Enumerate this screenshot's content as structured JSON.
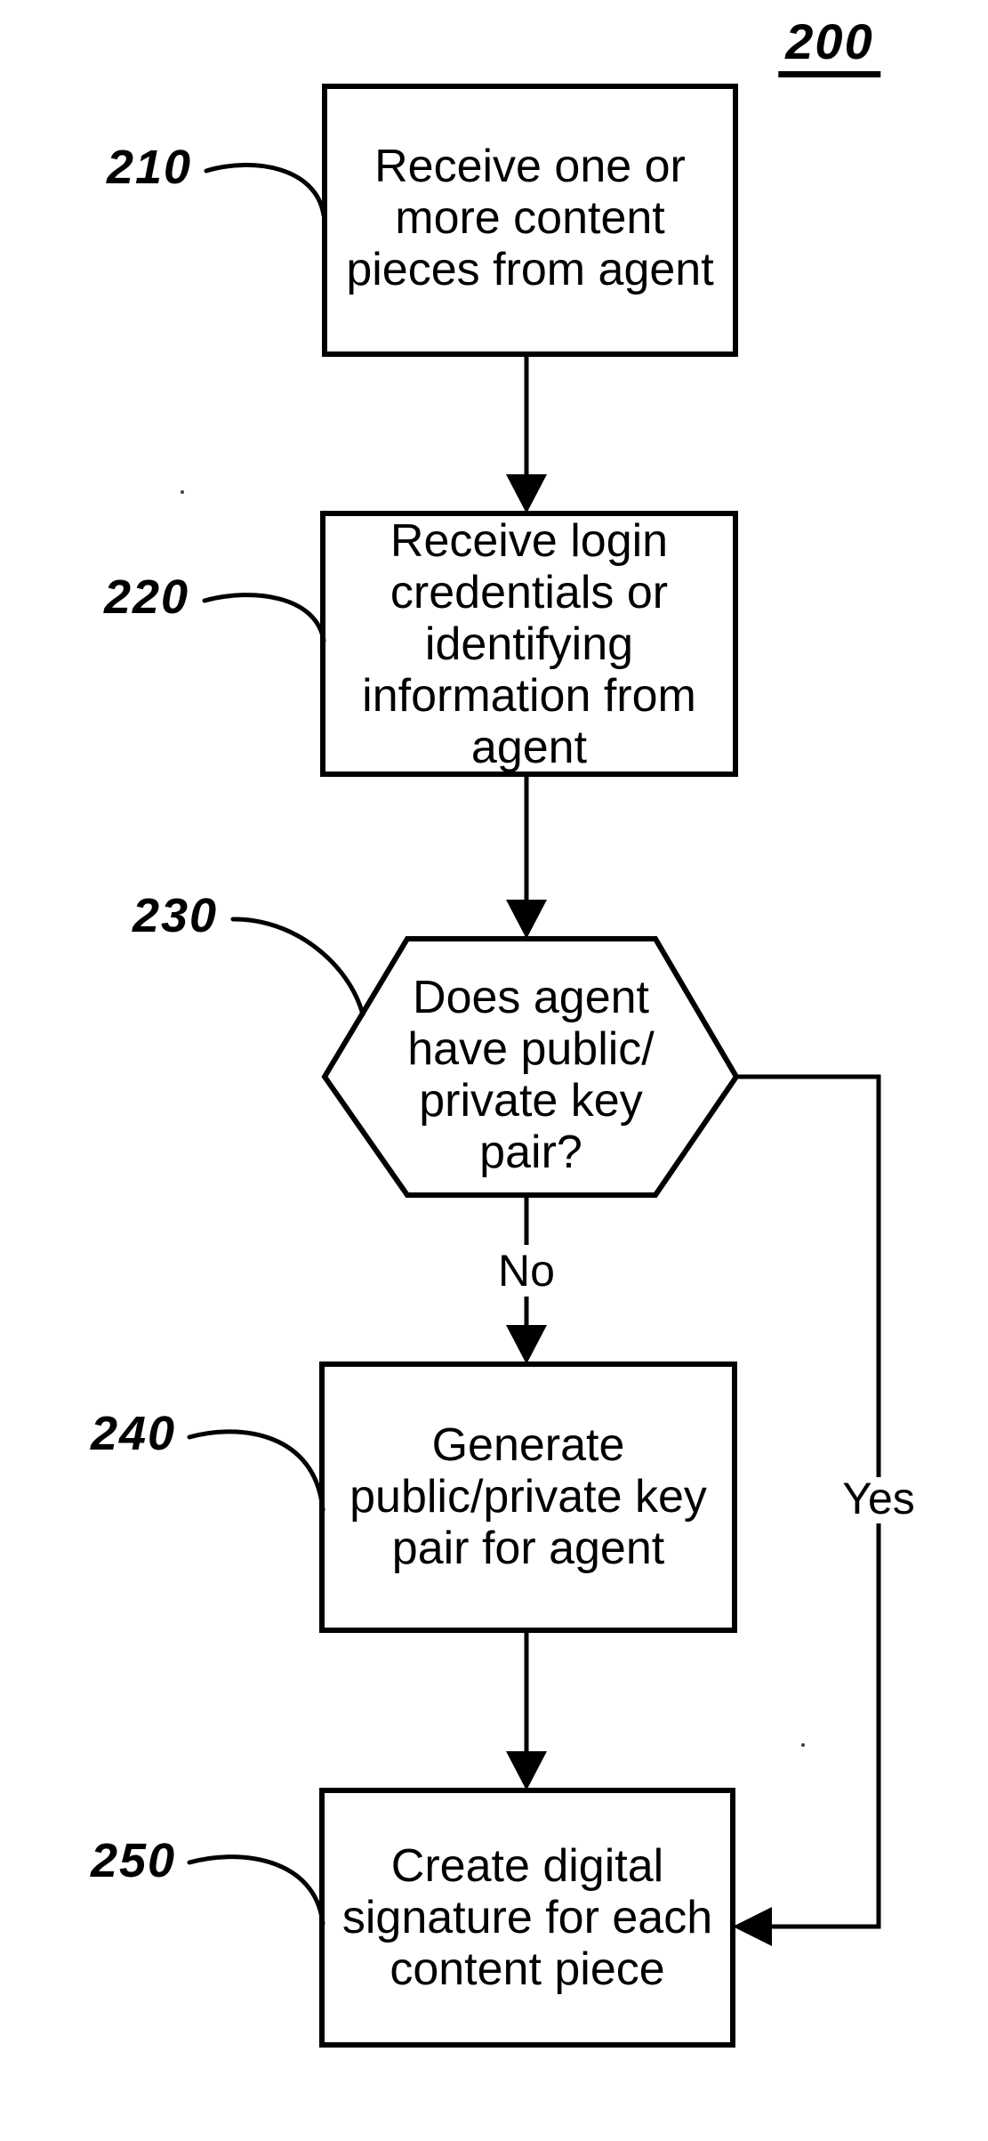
{
  "figure_ref": "200",
  "diagram_type": "flowchart",
  "nodes": {
    "n210": {
      "ref": "210",
      "shape": "rectangle",
      "text": "Receive one or\nmore content\npieces from agent"
    },
    "n220": {
      "ref": "220",
      "shape": "rectangle",
      "text": "Receive login\ncredentials or\nidentifying\ninformation from\nagent"
    },
    "n230": {
      "ref": "230",
      "shape": "hexagon-decision",
      "text": "Does agent\nhave public/\nprivate key\npair?"
    },
    "n240": {
      "ref": "240",
      "shape": "rectangle",
      "text": "Generate\npublic/private key\npair for agent"
    },
    "n250": {
      "ref": "250",
      "shape": "rectangle",
      "text": "Create digital\nsignature for each\ncontent piece"
    }
  },
  "edges": [
    {
      "from": "210",
      "to": "220",
      "label": ""
    },
    {
      "from": "220",
      "to": "230",
      "label": ""
    },
    {
      "from": "230",
      "to": "240",
      "label": "No"
    },
    {
      "from": "230",
      "to": "250",
      "label": "Yes"
    },
    {
      "from": "240",
      "to": "250",
      "label": ""
    }
  ],
  "colors": {
    "ink": "#000000",
    "background": "#ffffff"
  }
}
